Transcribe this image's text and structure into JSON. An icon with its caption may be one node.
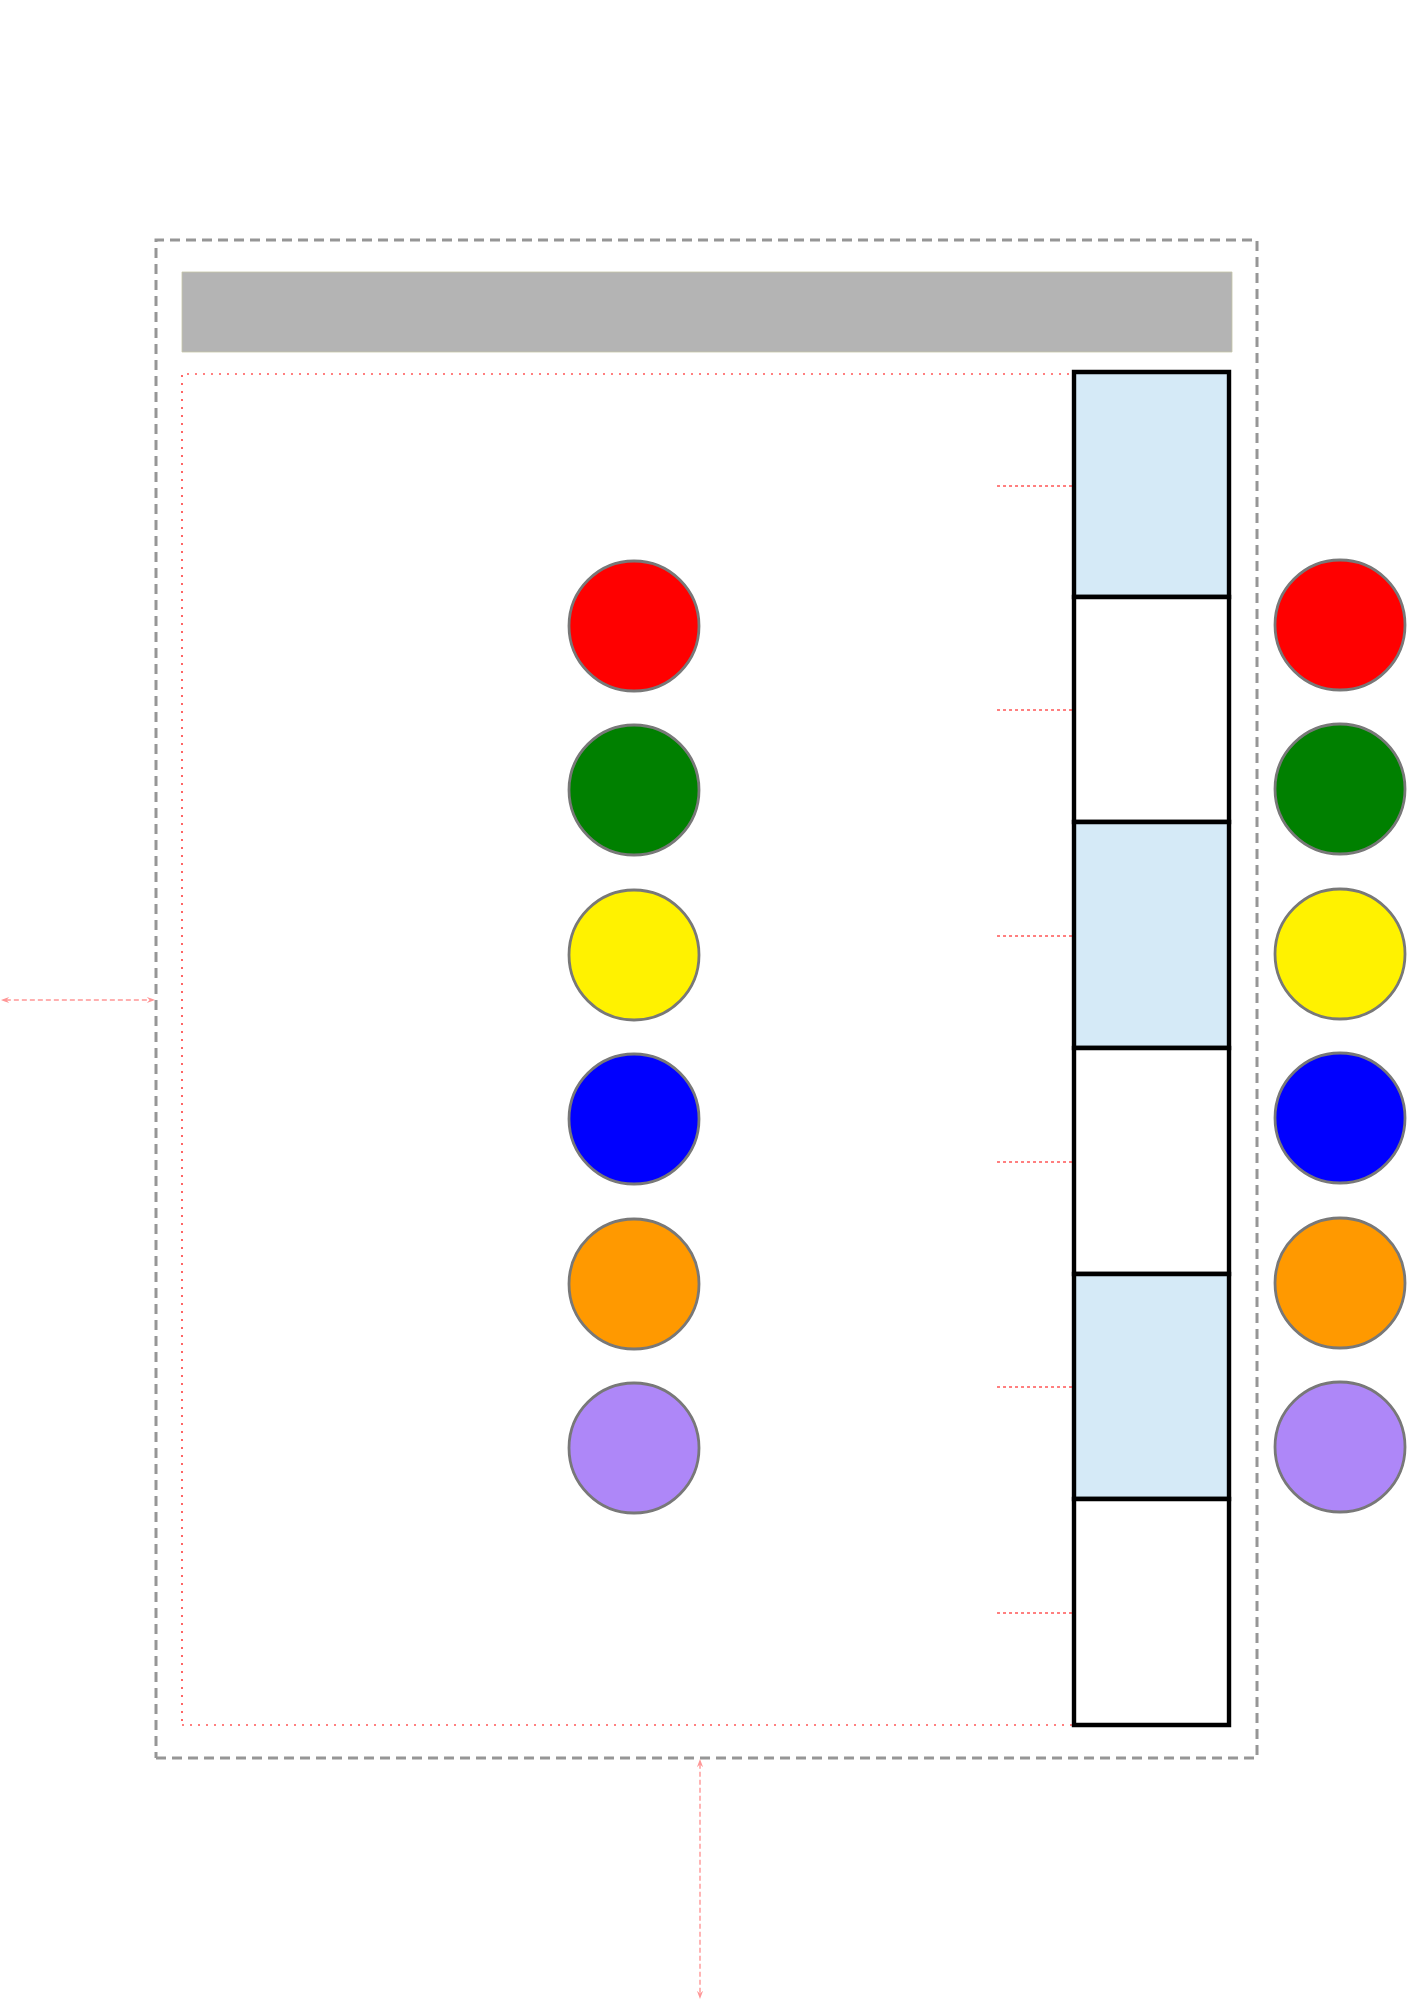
{
  "diagram": {
    "nodes": [
      {
        "text": [],
        "shape": "box"
      },
      {
        "text": [],
        "shape": "bar",
        "in": 0
      },
      {
        "text": [],
        "shape": "box",
        "in": 0
      },
      {
        "text": [],
        "shape": "box",
        "in": 0
      },
      {
        "text": [],
        "shape": "box",
        "in": 0
      },
      {
        "text": [],
        "shape": "box",
        "in": 0
      },
      {
        "text": [],
        "shape": "box",
        "in": 0
      },
      {
        "text": [],
        "shape": "box",
        "in": 0
      },
      {
        "text": [],
        "shape": "box",
        "in": 0
      },
      {
        "text": [],
        "shape": "circle",
        "in": 2
      },
      {
        "text": [],
        "shape": "circle",
        "in": 2
      },
      {
        "text": [],
        "shape": "circle",
        "in": 2
      },
      {
        "text": [],
        "shape": "circle",
        "in": 2
      },
      {
        "text": [],
        "shape": "circle",
        "in": 2
      },
      {
        "text": [],
        "shape": "circle",
        "in": 2
      },
      {
        "text": [],
        "shape": "circle"
      },
      {
        "text": [],
        "shape": "circle"
      },
      {
        "text": [],
        "shape": "circle"
      },
      {
        "text": [],
        "shape": "circle"
      },
      {
        "text": [],
        "shape": "circle"
      },
      {
        "text": [],
        "shape": "circle"
      }
    ]
  }
}
